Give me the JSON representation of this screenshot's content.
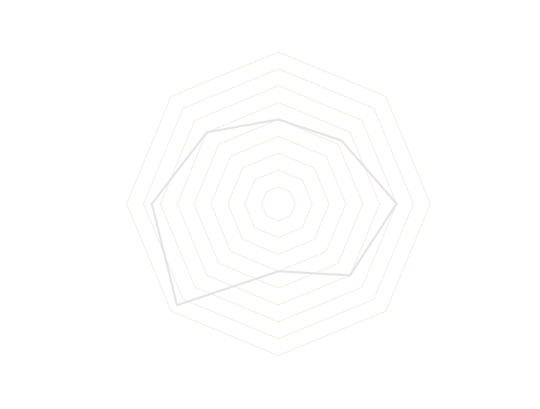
{
  "chart_data": {
    "type": "radar",
    "title": "",
    "axes_count": 8,
    "categories": [
      "",
      "",
      "",
      "",
      "",
      "",
      "",
      ""
    ],
    "rmax": 9,
    "rings": [
      1,
      2,
      3,
      4,
      5,
      6,
      7,
      8,
      9
    ],
    "grid": true,
    "series": [
      {
        "name": "",
        "values": [
          5,
          5.3,
          7,
          6,
          4,
          8.5,
          7.5,
          6
        ],
        "color": "#e4e4e4"
      }
    ],
    "grid_color": "#f6e4d6"
  }
}
